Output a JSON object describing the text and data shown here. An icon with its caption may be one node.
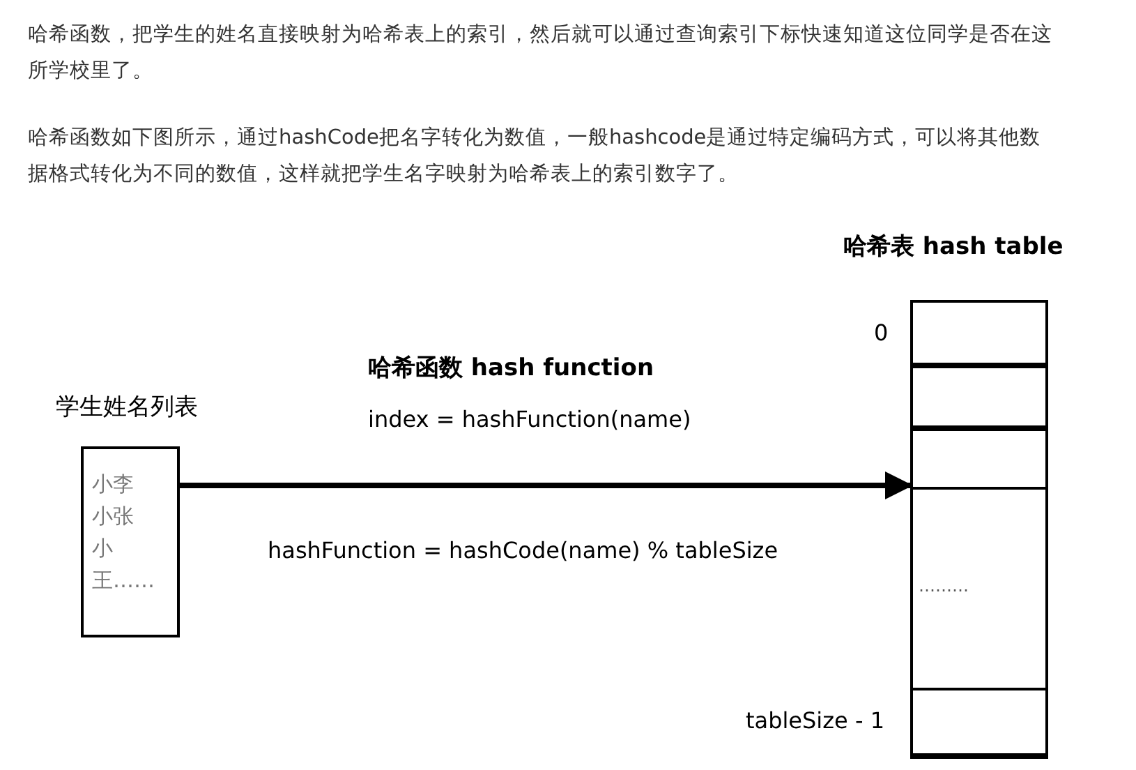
{
  "diagram": {
    "nodes": [
      {
        "text": [
          "学生姓名列表",
          "小李小张小王……"
        ]
      },
      {
        "text": [
          "哈希表 hash table"
        ]
      },
      {
        "text": [],
        "shape": "box",
        "in": 1,
        "beside": [
          "0"
        ]
      },
      {
        "text": [],
        "shape": "box",
        "in": 1
      },
      {
        "text": [],
        "shape": "box",
        "in": 1
      },
      {
        "text": [
          "………"
        ],
        "in": 1
      },
      {
        "text": [],
        "shape": "box",
        "in": 1,
        "beside": [
          "tableSize - 1"
        ]
      }
    ],
    "edges": [
      {
        "from": 0,
        "to": 1,
        "arrow": "to"
      }
    ],
    "labels": [
      "哈希函数，把学生的姓名直接映射为哈希表上的索引，然后就可以通过查询索引下标快速知道这位同学是否在这所学校里了。",
      "哈希函数如下图所示，通过hashCode把名字转化为数值，一般hashcode是通过特定编码方式，可以将其他数据格式转化为不同的数值，这样就把学生名字映射为哈希表上的索引数字了。",
      "哈希函数 hash function",
      "index = hashFunction(name)",
      "hashFunction = hashCode(name) % tableSize"
    ]
  }
}
